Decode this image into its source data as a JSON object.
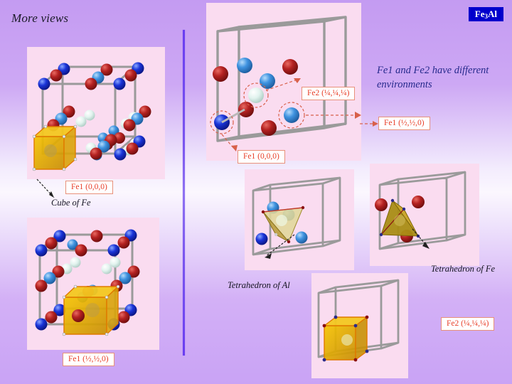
{
  "slide": {
    "title": "More views",
    "badge": {
      "prefix": "Fe",
      "sub": "3",
      "suffix": "Al"
    },
    "headline": "Fe1 and Fe2 have different environments"
  },
  "colors": {
    "background_top": "#c49bf2",
    "background_mid": "#fbf7fe",
    "background_bottom": "#c9a3f5",
    "panel": "#fadcf0",
    "badge_bg": "#0000cc",
    "badge_text": "#ffffff",
    "headline_text": "#262a8c",
    "callout_text": "#e8402a",
    "callout_border": "#e8917a",
    "divider": "#6a3df0",
    "atom_fe1_blue": "#1030d8",
    "atom_fe2_white": "#dff2ee",
    "atom_dark_red": "#9e1818",
    "atom_light_blue": "#3a8ede",
    "cell_edge": "#9a9a9a",
    "highlight_cube": "#e8a800",
    "tetra_al": "#ded38a",
    "tetra_fe": "#b08a18",
    "dashed_marker": "#d8604a"
  },
  "panels": {
    "top_left": {
      "name": "Fe3Al unit cell with Fe cube highlighted",
      "callout": "Fe1 (0,0,0)",
      "annotation": "Cube of Fe"
    },
    "bottom_left": {
      "name": "Fe3Al unit cell with body-centred cube highlighted",
      "callout": "Fe1 (½,½,0)"
    },
    "center_main": {
      "name": "Unit cell showing Fe1 and Fe2 sites",
      "callouts": [
        {
          "id": "fe2-quarter",
          "text": "Fe2 (¼,¼,¼)"
        },
        {
          "id": "fe1-origin",
          "text": "Fe1 (0,0,0)"
        },
        {
          "id": "fe1-half",
          "text": "Fe1 (½,½,0)"
        }
      ]
    },
    "tetra_al": {
      "name": "Tetrahedron of Al atoms",
      "annotation": "Tetrahedron of Al"
    },
    "tetra_fe": {
      "name": "Tetrahedron of Fe atoms",
      "annotation": "Tetrahedron of Fe"
    },
    "fe2_cube": {
      "name": "Fe2 site cube",
      "callout": "Fe2 (¼,¼,¼)"
    }
  }
}
